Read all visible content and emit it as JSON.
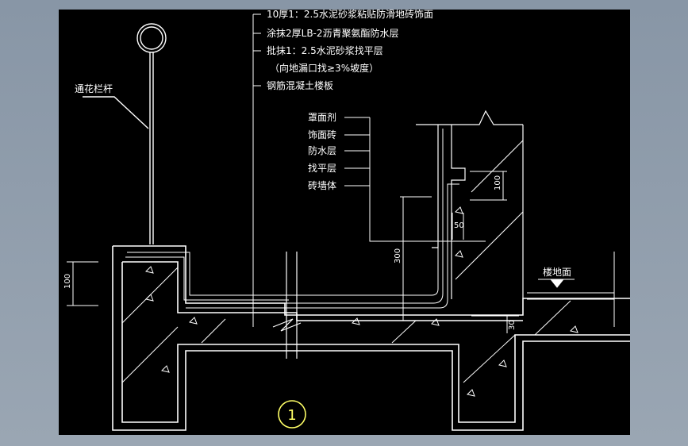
{
  "drawing": {
    "background": "#000000",
    "frame_color": "#8e9aa8",
    "line_color": "#ffffff",
    "accent_color": "#ffff66",
    "layers_top": [
      "10厚1：2.5水泥砂浆粘贴防滑地砖饰面",
      "涂抹2厚LB-2沥青聚氨酯防水层",
      "批抹1：2.5水泥砂浆找平层",
      "（向地漏口找≥3%坡度）",
      "钢筋混凝土楼板"
    ],
    "layers_side": [
      "罩面剂",
      "饰面砖",
      "防水层",
      "找平层",
      "砖墙体"
    ],
    "railing_label": "通花栏杆",
    "floor_label": "楼地面",
    "dims": {
      "left_height": "100",
      "upturn": "300",
      "step": "100",
      "small": "50",
      "slab": "30"
    },
    "detail_number": "1"
  }
}
